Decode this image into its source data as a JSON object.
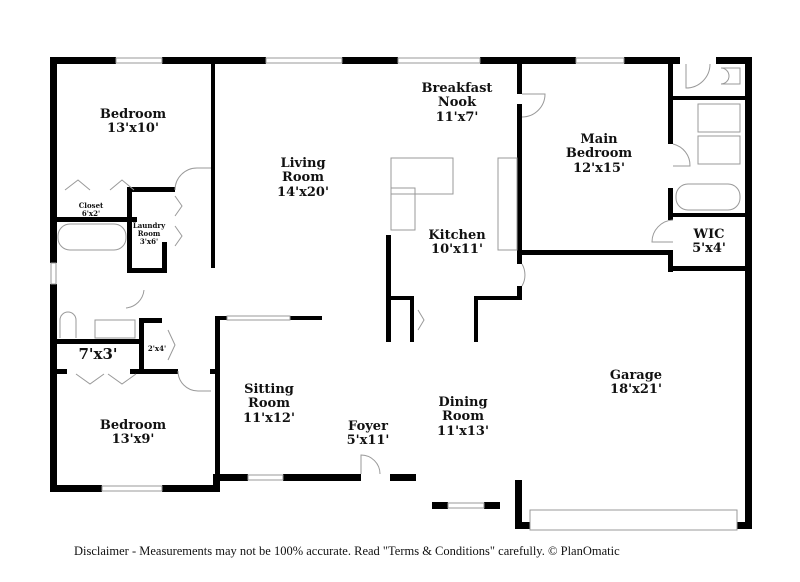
{
  "floorplan": {
    "rooms": [
      {
        "name": "Bedroom",
        "size": "13'x10'"
      },
      {
        "name": "Living Room",
        "size": "14'x20'"
      },
      {
        "name": "Breakfast Nook",
        "size": "11'x7'"
      },
      {
        "name": "Main Bedroom",
        "size": "12'x15'"
      },
      {
        "name": "Closet",
        "size": "6'x2'"
      },
      {
        "name": "Laundry Room",
        "size": "3'x6'"
      },
      {
        "name": "Kitchen",
        "size": "10'x11'"
      },
      {
        "name": "WIC",
        "size": "5'x4'"
      },
      {
        "name": "Bath",
        "size": "7'x3'"
      },
      {
        "name": "Closet",
        "size": "2'x4'"
      },
      {
        "name": "Garage",
        "size": "18'x21'"
      },
      {
        "name": "Sitting Room",
        "size": "11'x12'"
      },
      {
        "name": "Dining Room",
        "size": "11'x13'"
      },
      {
        "name": "Foyer",
        "size": "5'x11'"
      },
      {
        "name": "Bedroom",
        "size": "13'x9'"
      }
    ],
    "labels": {
      "bedroom1_line1": "Bedroom",
      "bedroom1_line2": "13'x10'",
      "living_line1": "Living",
      "living_line2": "Room",
      "living_line3": "14'x20'",
      "nook_line1": "Breakfast",
      "nook_line2": "Nook",
      "nook_line3": "11'x7'",
      "main_line1": "Main",
      "main_line2": "Bedroom",
      "main_line3": "12'x15'",
      "closet1_line1": "Closet",
      "closet1_line2": "6'x2'",
      "laundry_line1": "Laundry",
      "laundry_line2": "Room",
      "laundry_line3": "3'x6'",
      "kitchen_line1": "Kitchen",
      "kitchen_line2": "10'x11'",
      "wic_line1": "WIC",
      "wic_line2": "5'x4'",
      "bath2": "7'x3'",
      "closet2": "2'x4'",
      "garage_line1": "Garage",
      "garage_line2": "18'x21'",
      "sitting_line1": "Sitting",
      "sitting_line2": "Room",
      "sitting_line3": "11'x12'",
      "foyer_line1": "Foyer",
      "foyer_line2": "5'x11'",
      "dining_line1": "Dining",
      "dining_line2": "Room",
      "dining_line3": "11'x13'",
      "bedroom2_line1": "Bedroom",
      "bedroom2_line2": "13'x9'"
    },
    "colors": {
      "wall": "#000000",
      "fixture": "#999999",
      "background": "#ffffff"
    }
  },
  "footer": {
    "disclaimer": "Disclaimer - Measurements may not be 100% accurate. Read \"Terms & Conditions\" carefully. © PlanOmatic"
  }
}
